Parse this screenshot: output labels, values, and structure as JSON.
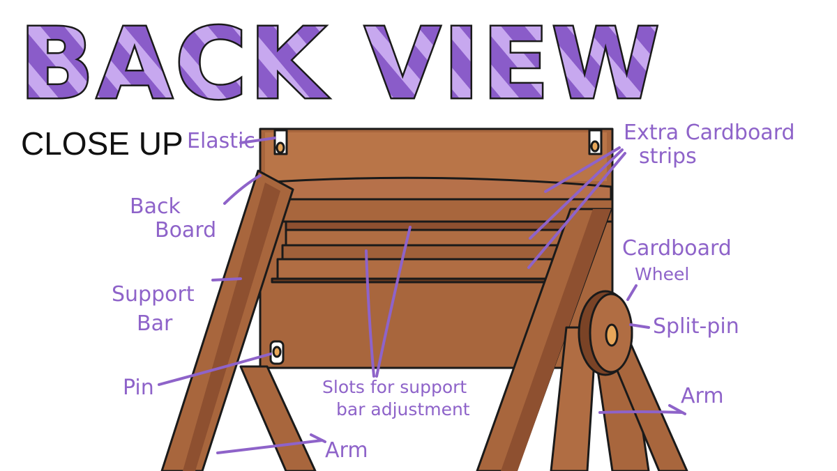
{
  "title": "BACK VIEW",
  "subtitle": "CLOSE UP",
  "labels": {
    "elastic": "Elastic",
    "extra_cardboard_line1": "Extra Cardboard",
    "extra_cardboard_line2": "strips",
    "back_line1": "Back",
    "back_line2": "Board",
    "cardboard_wheel_line1": "Cardboard",
    "cardboard_wheel_line2": "Wheel",
    "split_pin": "Split-pin",
    "support_line1": "Support",
    "support_line2": "Bar",
    "pin": "Pin",
    "slots_line1": "Slots for support",
    "slots_line2": "bar adjustment",
    "arm_right": "Arm",
    "arm_bottom": "Arm"
  },
  "colors": {
    "title_dark": "#8a5cc9",
    "title_light": "#c7a8ef",
    "label_purple": "#8e63c9",
    "wood_main": "#a8663d",
    "wood_light": "#c07c4f",
    "wood_dark": "#7a4326",
    "outline": "#1a1a1a",
    "pin_fill": "#e8a75a"
  }
}
